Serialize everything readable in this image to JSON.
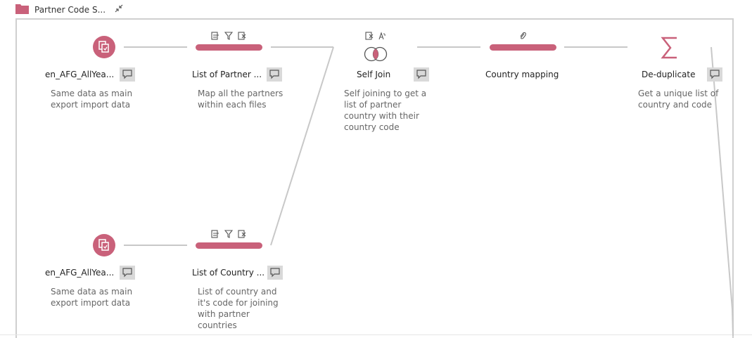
{
  "header": {
    "title": "Partner Code S...",
    "icons": [
      "folder-icon",
      "collapse-icon"
    ]
  },
  "colors": {
    "accent": "#c9617a",
    "connector": "#c8c8c8",
    "frame": "#d0d0d0",
    "comment_bg": "#d9d9d9"
  },
  "nodes": {
    "input1": {
      "name": "en_AFG_AllYea...",
      "description": "Same data as main\nexport import data",
      "icon": "input-files-icon"
    },
    "clean1": {
      "name": "List of Partner ...",
      "description": "Map all the partners\nwithin each files",
      "tools": [
        "rename-icon",
        "filter-icon",
        "remove-icon"
      ]
    },
    "join": {
      "name": "Self Join",
      "description": "Self joining to get a\nlist of partner\ncountry with their\ncountry code",
      "tools": [
        "remove-icon",
        "calculated-field-icon"
      ],
      "icon": "join-icon"
    },
    "mapping": {
      "name": "Country mapping",
      "tools": [
        "paperclip-icon"
      ]
    },
    "dedupe": {
      "name": "De-duplicate",
      "description": "Get a unique list of\ncountry and code",
      "icon": "sigma-icon"
    },
    "input2": {
      "name": "en_AFG_AllYea...",
      "description": "Same data as main\nexport import data",
      "icon": "input-files-icon"
    },
    "clean2": {
      "name": "List of Country ...",
      "description": "List of country and\nit's code for joining\nwith partner\ncountries",
      "tools": [
        "rename-icon",
        "filter-icon",
        "remove-icon"
      ]
    }
  }
}
